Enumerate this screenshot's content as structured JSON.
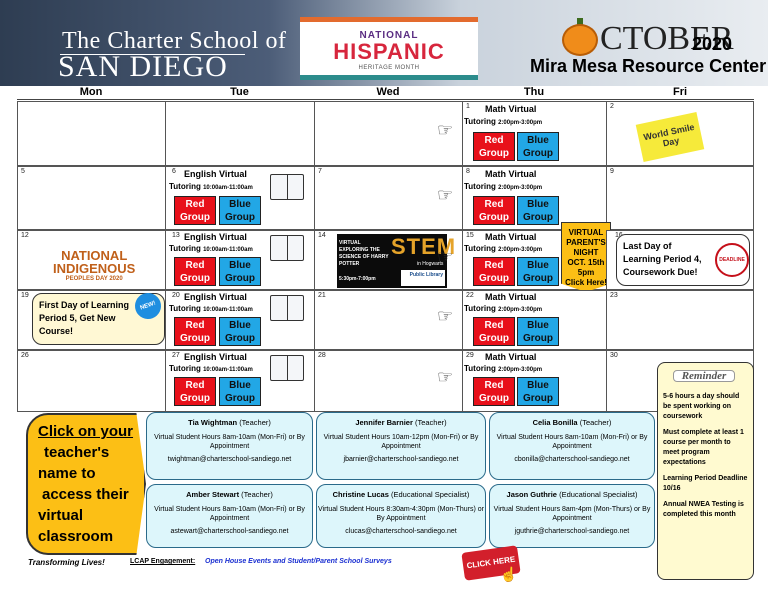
{
  "header": {
    "school_line1": "The Charter School of",
    "school_line2": "SAN DIEGO",
    "hispanic_national": "NATIONAL",
    "hispanic_word": "HISPANIC",
    "hispanic_month": "HERITAGE MONTH",
    "month": "CTOBER",
    "year": "2020",
    "center": "Mira Mesa Resource Center"
  },
  "days": [
    "Mon",
    "Tue",
    "Wed",
    "Thu",
    "Fri"
  ],
  "dates": {
    "thu1": "1",
    "fri2": "2",
    "mon5": "5",
    "tue6": "6",
    "wed7": "7",
    "thu8": "8",
    "fri9": "9",
    "mon12": "12",
    "tue13": "13",
    "wed14": "14",
    "thu15": "15",
    "fri16": "16",
    "mon19": "19",
    "tue20": "20",
    "wed21": "21",
    "thu22": "22",
    "fri23": "23",
    "mon26": "26",
    "tue27": "27",
    "wed28": "28",
    "thu29": "29",
    "fri30": "30"
  },
  "sessions": {
    "math": "Math Virtual",
    "english": "English Virtual",
    "tutoring": "Tutoring",
    "math_time": "2:00pm-3:00pm",
    "english_time": "10:00am-11:00am",
    "red": "Red Group",
    "blue": "Blue Group"
  },
  "events": {
    "world_smile": "World Smile Day",
    "indigenous_1": "NATIONAL",
    "indigenous_2": "INDIGENOUS",
    "indigenous_3": "PEOPLES DAY 2020",
    "stem_title": "STEM",
    "stem_sub": "in Hogwarts",
    "stem_desc": "VIRTUAL EXPLORING THE SCIENCE OF HARRY POTTER",
    "stem_time": "5:30pm-7:00pm",
    "library": "Public Library",
    "parents_night": "VIRTUAL PARENT'S NIGHT",
    "parents_date": "OCT. 15th",
    "parents_time": "5pm",
    "parents_link": "Click Here!",
    "last_day": "Last Day of Learning Period 4, Coursework Due!",
    "deadline": "DEADLINE",
    "first_day": "First Day of Learning Period 5, Get New Course!",
    "new_badge": "NEW!"
  },
  "click_card": [
    "Click on your",
    "teacher's",
    "name to",
    "access their",
    "virtual",
    "classroom"
  ],
  "teachers": [
    {
      "name": "Tia Wightman",
      "role": "(Teacher)",
      "hours": "Virtual Student Hours 8am-10am (Mon-Fri) or By Appointment",
      "email": "twightman@charterschool-sandiego.net"
    },
    {
      "name": "Jennifer Barnier",
      "role": "(Teacher)",
      "hours": "Virtual Student Hours 10am-12pm (Mon-Fri) or By Appointment",
      "email": "jbarnier@charterschool-sandiego.net"
    },
    {
      "name": "Celia Bonilla",
      "role": "(Teacher)",
      "hours": "Virtual Student Hours 8am-10am (Mon-Fri) or By Appointment",
      "email": "cbonilla@charterschool-sandiego.net"
    },
    {
      "name": "Amber Stewart",
      "role": "(Teacher)",
      "hours": "Virtual Student Hours 8am-10am (Mon-Fri) or By Appointment",
      "email": "astewart@charterschool-sandiego.net"
    },
    {
      "name": "Christine Lucas",
      "role": "(Educational Specialist)",
      "hours": "Virtual Student Hours 8:30am-4:30pm (Mon-Thurs) or By Appointment",
      "email": "clucas@charterschool-sandiego.net"
    },
    {
      "name": "Jason Guthrie",
      "role": "(Educational Specialist)",
      "hours": "Virtual Student Hours 8am-4pm (Mon-Thurs) or By Appointment",
      "email": "jguthrie@charterschool-sandiego.net"
    }
  ],
  "reminder": {
    "title": "Reminder",
    "p1": "5-6 hours a day should be spent working on coursework",
    "p2": "Must complete at least 1 course per month to meet program expectations",
    "p3": "Learning Period Deadline 10/16",
    "p4": "Annual NWEA Testing is completed this month"
  },
  "footer": {
    "tagline": "Transforming Lives!",
    "lcap_label": "LCAP Engagement:",
    "lcap_text": "Open House Events and Student/Parent School Surveys",
    "click_here": "CLICK HERE"
  }
}
